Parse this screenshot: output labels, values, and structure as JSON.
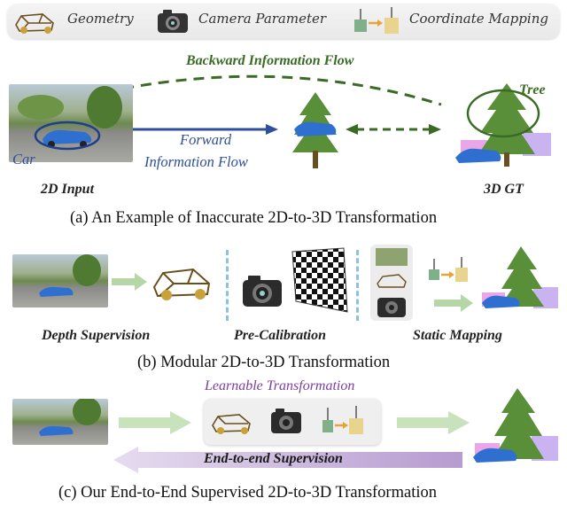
{
  "legend": {
    "items": [
      {
        "label": "Geometry",
        "icon": "car-wireframe-icon"
      },
      {
        "label": "Camera Parameter",
        "icon": "camera-icon"
      },
      {
        "label": "Coordinate Mapping",
        "icon": "mapping-icon"
      }
    ]
  },
  "panel_a": {
    "backward_flow": "Backward Information Flow",
    "forward_flow_line1": "Forward",
    "forward_flow_line2": "Information Flow",
    "car_label": "Car",
    "tree_label": "Tree",
    "input_label": "2D Input",
    "gt_label": "3D GT",
    "caption": "(a) An Example of Inaccurate 2D-to-3D Transformation"
  },
  "panel_b": {
    "step1": "Depth Supervision",
    "step2": "Pre-Calibration",
    "step3": "Static Mapping",
    "caption": "(b) Modular 2D-to-3D Transformation"
  },
  "panel_c": {
    "learnable": "Learnable Transformation",
    "e2e": "End-to-end Supervision",
    "caption": "(c) Our End-to-End Supervised 2D-to-3D Transformation"
  },
  "colors": {
    "forward_arrow": "#2f4f9a",
    "backward_arrow": "#3a6b24",
    "light_arrow": "#b7d6a8",
    "purple_arrow": "#c7b3da",
    "divider": "#8ec1de"
  }
}
